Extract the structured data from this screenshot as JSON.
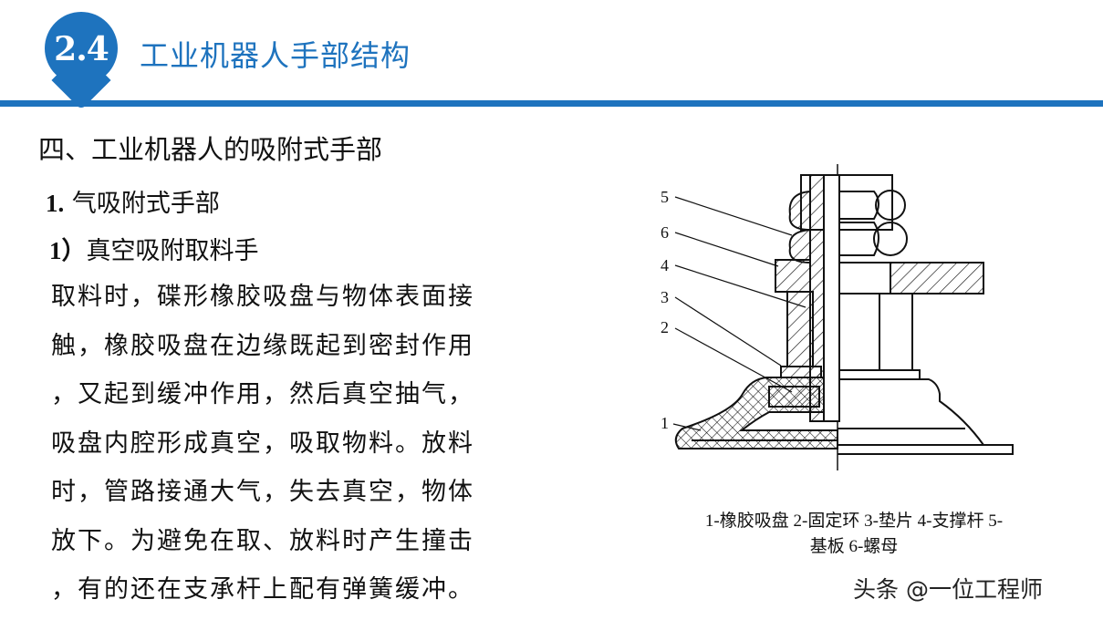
{
  "header": {
    "section_number": "2.4",
    "title": "工业机器人手部结构",
    "accent_color": "#1e73be"
  },
  "content": {
    "section_title": "四、工业机器人的吸附式手部",
    "subsection": {
      "number": "1.",
      "label": "气吸附式手部"
    },
    "subsubsection": {
      "number": "1）",
      "label": "真空吸附取料手"
    },
    "body_lines": [
      "取料时，碟形橡胶吸盘与物体表面接",
      "触，橡胶吸盘在边缘既起到密封作用",
      "，又起到缓冲作用，然后真空抽气，",
      "吸盘内腔形成真空，吸取物料。放料",
      "时，管路接通大气，失去真空，物体",
      "放下。为避免在取、放料时产生撞击",
      "，有的还在支承杆上配有弹簧缓冲。"
    ]
  },
  "figure": {
    "labels": [
      "5",
      "6",
      "4",
      "3",
      "2",
      "1"
    ],
    "caption_line1": "1-橡胶吸盘  2-固定环  3-垫片  4-支撑杆  5-",
    "caption_line2": "基板  6-螺母"
  },
  "watermark": "头条 @一位工程师"
}
